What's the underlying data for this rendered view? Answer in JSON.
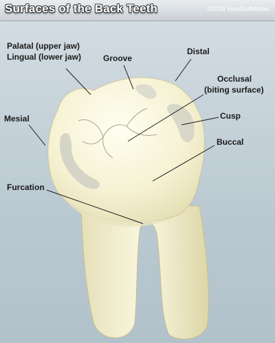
{
  "title": "Surfaces of the Back Teeth",
  "copyright": "©2008 HowStuffWorks",
  "labels": {
    "palatal": "Palatal (upper jaw)",
    "lingual": "Lingual (lower jaw)",
    "groove": "Groove",
    "distal": "Distal",
    "occlusal": "Occlusal",
    "occlusal_sub": "(biting surface)",
    "cusp": "Cusp",
    "mesial": "Mesial",
    "buccal": "Buccal",
    "furcation": "Furcation"
  }
}
